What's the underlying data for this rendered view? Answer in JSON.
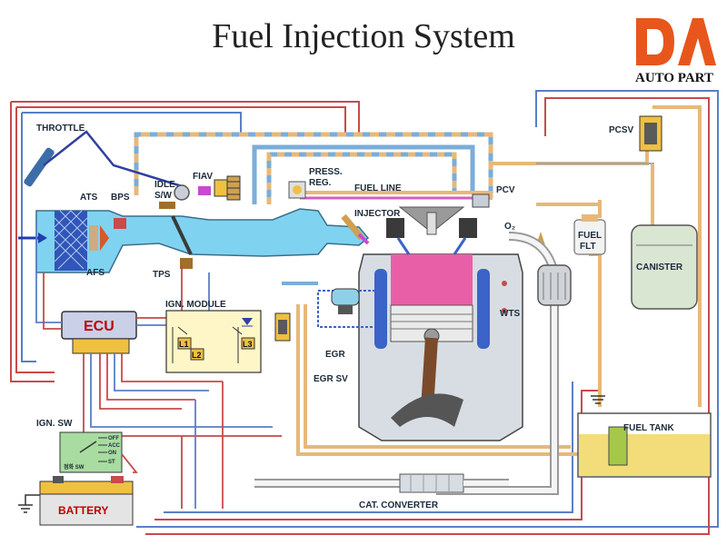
{
  "title": "Fuel Injection System",
  "logo": {
    "letters": "DA",
    "caption": "AUTO PART",
    "color": "#e8561c"
  },
  "labels": {
    "throttle": "THROTTLE",
    "idle_sw_line1": "IDLE",
    "idle_sw_line2": "S/W",
    "fiav": "FIAV",
    "ats": "ATS",
    "bps": "BPS",
    "afs": "AFS",
    "tps": "TPS",
    "press_reg_line1": "PRESS.",
    "press_reg_line2": "REG.",
    "fuel_line": "FUEL LINE",
    "injector": "INJECTOR",
    "pcv": "PCV",
    "o2": "O₂",
    "fuel_flt_line1": "FUEL",
    "fuel_flt_line2": "FLT",
    "pcsv": "PCSV",
    "canister": "CANISTER",
    "ecu": "ECU",
    "ign_module": "IGN. MODULE",
    "coil_l1": "L1",
    "coil_l2": "L2",
    "coil_l3": "L3",
    "egr": "EGR",
    "egr_sv": "EGR SV",
    "wts": "WTS",
    "ign_sw": "IGN. SW",
    "sw_positions": [
      "OFF",
      "ACC",
      "ON",
      "ST"
    ],
    "sw_label": "점화 SW",
    "battery": "BATTERY",
    "fuel_tank": "FUEL TANK",
    "cat_converter": "CAT. CONVERTER"
  },
  "colors": {
    "intake": "#7fd3f0",
    "fuel_line": "#e7b87a",
    "vacuum_line": "#7aaed8",
    "wire_red": "#c84a4a",
    "wire_blue": "#5a7fc4",
    "piston_chamber": "#e85fa8",
    "water_jacket": "#3b63c8",
    "ecu_body": "#c9d0e8",
    "battery_red": "#c00000",
    "fuel_tank_fill": "#f3dc7a",
    "canister_body": "#d9e6d2"
  }
}
